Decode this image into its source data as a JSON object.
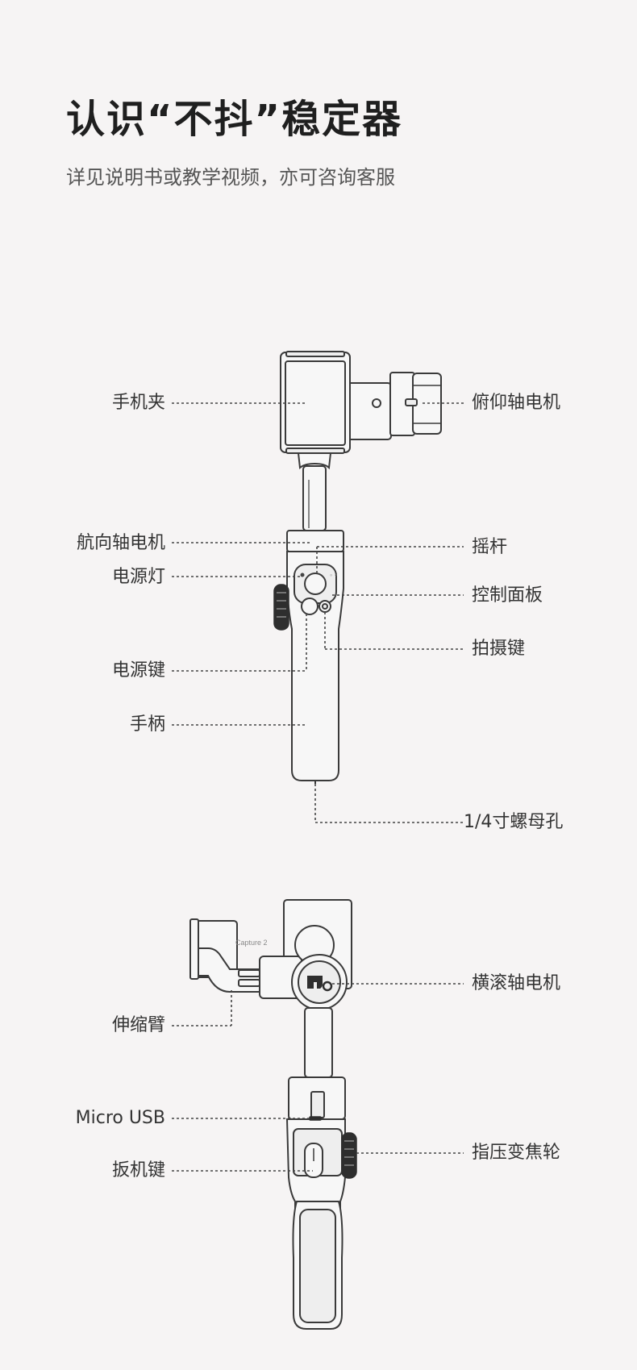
{
  "title": "认识“不抖”稳定器",
  "subtitle": "详见说明书或教学视频，亦可咨询客服",
  "front_view": {
    "labels_left": [
      {
        "id": "phone-clamp",
        "text": "手机夹"
      },
      {
        "id": "pan-motor",
        "text": "航向轴电机"
      },
      {
        "id": "power-light",
        "text": "电源灯"
      },
      {
        "id": "power-button",
        "text": "电源键"
      },
      {
        "id": "handle",
        "text": "手柄"
      }
    ],
    "labels_right": [
      {
        "id": "tilt-motor",
        "text": "俯仰轴电机"
      },
      {
        "id": "joystick",
        "text": "摇杆"
      },
      {
        "id": "control-panel",
        "text": "控制面板"
      },
      {
        "id": "shutter-button",
        "text": "拍摄键"
      },
      {
        "id": "tripod-hole",
        "text": "1/4寸螺母孔"
      }
    ]
  },
  "side_view": {
    "labels_left": [
      {
        "id": "extension-arm",
        "text": "伸缩臂"
      },
      {
        "id": "micro-usb",
        "text": "Micro USB"
      },
      {
        "id": "trigger",
        "text": "扳机键"
      }
    ],
    "labels_right": [
      {
        "id": "roll-motor",
        "text": "横滚轴电机"
      },
      {
        "id": "zoom-wheel",
        "text": "指压变焦轮"
      }
    ],
    "device_text": "Capture 2"
  }
}
